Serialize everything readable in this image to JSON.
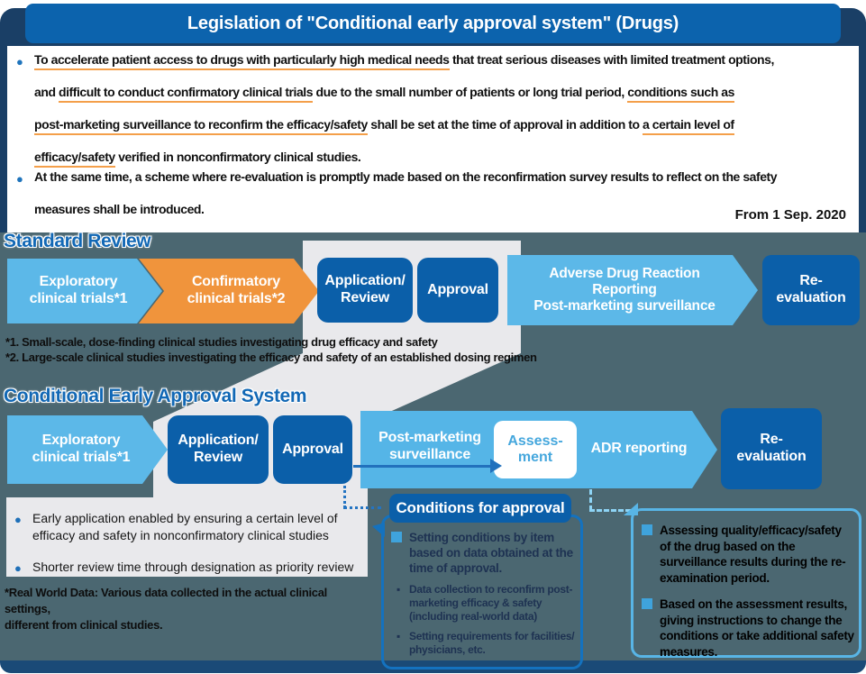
{
  "title": "Legislation of \"Conditional early approval system\" (Drugs)",
  "intro": {
    "bullet_glyph": "●",
    "bullet1_lines": [
      [
        {
          "t": "To accelerate patient access to drugs with particularly high medical needs",
          "u": true
        },
        {
          "t": " that treat serious diseases with limited treatment options,",
          "u": false
        }
      ],
      [
        {
          "t": "and ",
          "u": false
        },
        {
          "t": "difficult to conduct confirmatory clinical trials",
          "u": true
        },
        {
          "t": " due to the small number of patients or long trial period, ",
          "u": false
        },
        {
          "t": "conditions such as",
          "u": true
        }
      ],
      [
        {
          "t": "post-marketing surveillance to reconfirm the efficacy/safety",
          "u": true
        },
        {
          "t": " shall be set at the time of approval in addition to ",
          "u": false
        },
        {
          "t": "a certain level of",
          "u": true
        }
      ],
      [
        {
          "t": "efficacy/safety",
          "u": true
        },
        {
          "t": " verified in nonconfirmatory clinical studies.",
          "u": false
        }
      ]
    ],
    "bullet2_lines": [
      [
        {
          "t": "At the same time, a scheme where re-evaluation is promptly made based on the reconfirmation survey results to reflect on the safety",
          "u": false
        }
      ],
      [
        {
          "t": "measures shall be introduced.",
          "u": false
        }
      ]
    ],
    "effective_date": "From 1 Sep. 2020"
  },
  "standard_review": {
    "heading": "Standard Review",
    "steps": {
      "exploratory": "Exploratory\nclinical trials*1",
      "confirmatory": "Confirmatory\nclinical trials*2",
      "application": "Application/\nReview",
      "approval": "Approval",
      "adr": "Adverse Drug Reaction\nReporting\nPost-marketing surveillance",
      "reevaluation": "Re-\nevaluation"
    },
    "footnote1": "*1. Small-scale, dose-finding clinical studies investigating drug efficacy and safety",
    "footnote2": "*2. Large-scale clinical studies investigating the efficacy and safety of an established dosing regimen"
  },
  "conditional_system": {
    "heading": "Conditional Early Approval System",
    "steps": {
      "exploratory": "Exploratory\nclinical trials*1",
      "application": "Application/\nReview",
      "approval": "Approval",
      "post_marketing": "Post-marketing\nsurveillance",
      "assessment": "Assess-\nment",
      "adr": "ADR reporting",
      "reevaluation": "Re-\nevaluation"
    },
    "benefits": [
      "Early application enabled by ensuring a certain level of efficacy and safety in nonconfirmatory clinical studies",
      "Shorter review time through designation as priority review"
    ],
    "rwd_note": "*Real World Data: Various data collected in the actual clinical settings,\n different from clinical studies."
  },
  "conditions_box": {
    "header": "Conditions for approval",
    "item1": "Setting conditions by item based on data obtained at the time of approval.",
    "sub1": "Data collection to reconfirm post-marketing efficacy & safety (including real-world data)",
    "sub2": "Setting requirements for facilities/ physicians, etc.",
    "dash_glyph": "▪"
  },
  "assessment_box": {
    "item1": "Assessing quality/efficacy/safety of the drug based on the surveillance results during the re-examination period.",
    "item2": "Based on the assessment results, giving instructions to change the conditions or take additional safety measures."
  },
  "colors": {
    "title_blue": "#0c63ad",
    "navy_frame": "#1a3f66",
    "slate_bg": "#4b6771",
    "light_blue": "#5cb8e8",
    "orange": "#f0943c",
    "dark_blue_box": "#0b5fa9",
    "gray_backdrop": "#e9e9ec",
    "underline_orange": "#f49f4a",
    "heading_blue": "#1268b5"
  }
}
